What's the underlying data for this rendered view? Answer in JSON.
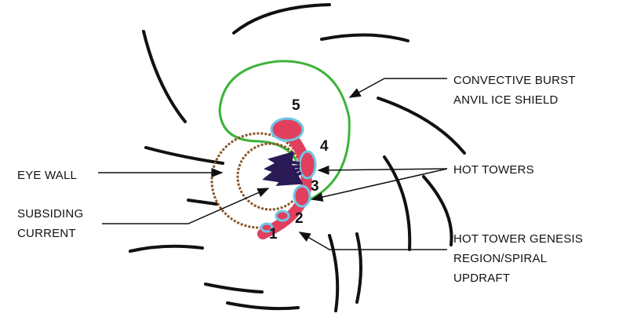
{
  "labels": {
    "convective_burst": [
      "CONVECTIVE BURST",
      "ANVIL ICE SHIELD"
    ],
    "eye_wall": "EYE WALL",
    "subsiding_current": [
      "SUBSIDING",
      "CURRENT"
    ],
    "hot_towers": "HOT TOWERS",
    "genesis": [
      "HOT TOWER GENESIS",
      "REGION/SPIRAL",
      "UPDRAFT"
    ]
  },
  "tower_numbers": [
    "1",
    "2",
    "3",
    "4",
    "5"
  ],
  "colors": {
    "spiral_bands": "#111111",
    "anvil_shield": "#3db33a",
    "eye_wall": "#8a5528",
    "hot_tower": "#e0405e",
    "tower_outline": "#6cc8e8",
    "subsidence_arrows": "#2a1a55"
  }
}
